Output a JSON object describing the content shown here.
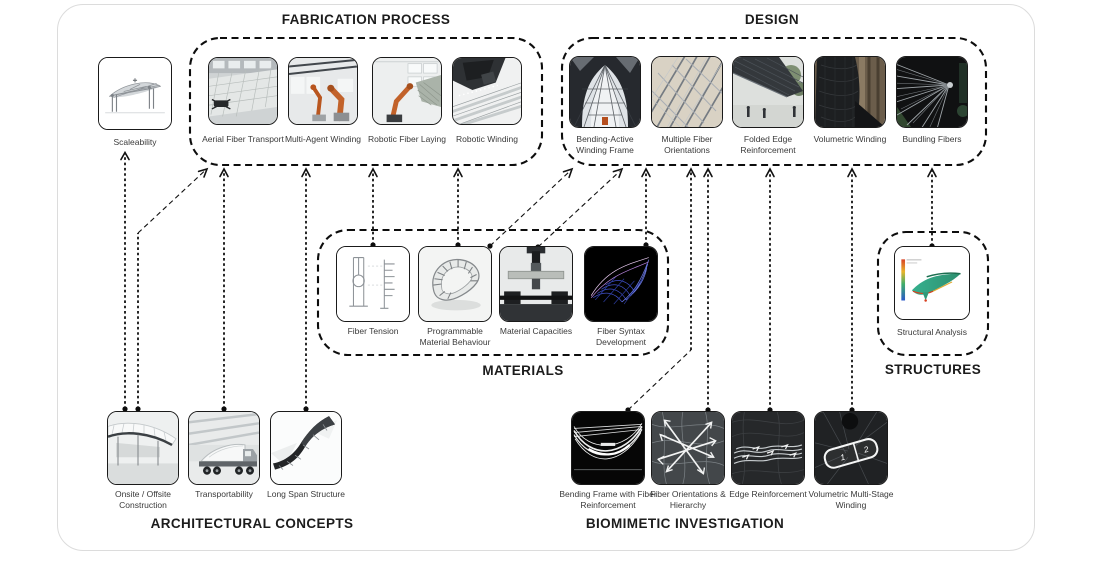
{
  "page": {
    "background": "#ffffff",
    "card_border": "#dcdcdc"
  },
  "standalone": {
    "scaleability": {
      "label": "Scaleability"
    }
  },
  "groups": {
    "fabrication_process": {
      "title": "FABRICATION PROCESS",
      "items": [
        {
          "label": "Aerial Fiber Transport"
        },
        {
          "label": "Multi-Agent Winding"
        },
        {
          "label": "Robotic Fiber Laying"
        },
        {
          "label": "Robotic Winding"
        }
      ]
    },
    "design": {
      "title": "DESIGN",
      "items": [
        {
          "label": "Bending-Active Winding Frame"
        },
        {
          "label": "Multiple Fiber Orientations"
        },
        {
          "label": "Folded Edge Reinforcement"
        },
        {
          "label": "Volumetric Winding"
        },
        {
          "label": "Bundling Fibers"
        }
      ]
    },
    "materials": {
      "title": "MATERIALS",
      "items": [
        {
          "label": "Fiber Tension"
        },
        {
          "label": "Programmable Material Behaviour"
        },
        {
          "label": "Material Capacities"
        },
        {
          "label": "Fiber Syntax Development"
        }
      ]
    },
    "structures": {
      "title": "STRUCTURES",
      "items": [
        {
          "label": "Structural Analysis"
        }
      ]
    },
    "architectural_concepts": {
      "title": "ARCHITECTURAL CONCEPTS",
      "items": [
        {
          "label": "Onsite / Offsite Construction"
        },
        {
          "label": "Transportability"
        },
        {
          "label": "Long Span Structure"
        }
      ]
    },
    "biomimetic_investigation": {
      "title": "BIOMIMETIC INVESTIGATION",
      "items": [
        {
          "label": "Bending Frame with Fiber Reinforcement"
        },
        {
          "label": "Fiber Orientations & Hierarchy"
        },
        {
          "label": "Edge Reinforcement"
        },
        {
          "label": "Volumetric Multi-Stage Winding",
          "stage_labels": [
            "1",
            "2"
          ]
        }
      ]
    }
  },
  "colors": {
    "connector": "#111111",
    "group_border": "#0d0d0d",
    "robot_orange": "#c2622a",
    "fea_green": "#36b08e",
    "label_text": "#3a3a3a",
    "title_text": "#1c1c1c"
  }
}
